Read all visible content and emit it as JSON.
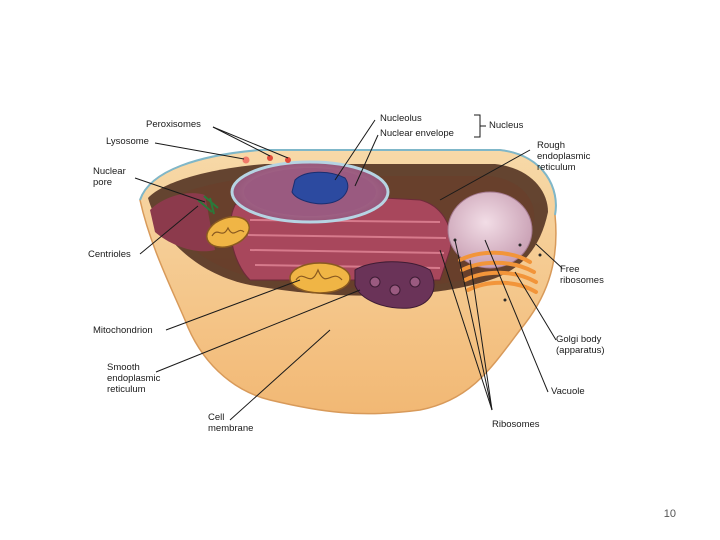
{
  "diagram": {
    "labels": {
      "peroxisomes": "Peroxisomes",
      "lysosome": "Lysosome",
      "nuclear_pore": "Nuclear\npore",
      "centrioles": "Centrioles",
      "mitochondrion": "Mitochondrion",
      "smooth_er": "Smooth\nendoplasmic\nreticulum",
      "cell_membrane": "Cell\nmembrane",
      "nucleolus": "Nucleolus",
      "nuclear_envelope": "Nuclear envelope",
      "nucleus": "Nucleus",
      "rough_er": "Rough\nendoplasmic\nreticulum",
      "free_ribosomes": "Free\nribosomes",
      "golgi_body": "Golgi body\n(apparatus)",
      "vacuole": "Vacuole",
      "ribosomes": "Ribosomes"
    }
  },
  "page_number": "10"
}
